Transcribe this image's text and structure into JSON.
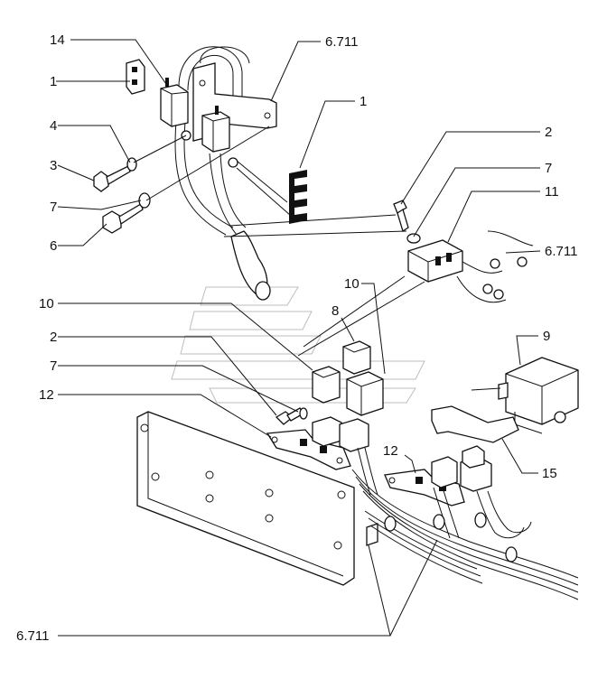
{
  "callouts": [
    {
      "id": "c-14",
      "label": "14"
    },
    {
      "id": "c-6711-top",
      "label": "6.711"
    },
    {
      "id": "c-1-left",
      "label": "1"
    },
    {
      "id": "c-1-right",
      "label": "1"
    },
    {
      "id": "c-4",
      "label": "4"
    },
    {
      "id": "c-3",
      "label": "3"
    },
    {
      "id": "c-7-left",
      "label": "7"
    },
    {
      "id": "c-6",
      "label": "6"
    },
    {
      "id": "c-2-right",
      "label": "2"
    },
    {
      "id": "c-7-right",
      "label": "7"
    },
    {
      "id": "c-11",
      "label": "11"
    },
    {
      "id": "c-6711-right",
      "label": "6.711"
    },
    {
      "id": "c-10-left",
      "label": "10"
    },
    {
      "id": "c-10-mid",
      "label": "10"
    },
    {
      "id": "c-8",
      "label": "8"
    },
    {
      "id": "c-2-left",
      "label": "2"
    },
    {
      "id": "c-7-lower",
      "label": "7"
    },
    {
      "id": "c-12-left",
      "label": "12"
    },
    {
      "id": "c-9",
      "label": "9"
    },
    {
      "id": "c-12-mid",
      "label": "12"
    },
    {
      "id": "c-15",
      "label": "15"
    },
    {
      "id": "c-6711-bottom",
      "label": "6.711"
    }
  ]
}
